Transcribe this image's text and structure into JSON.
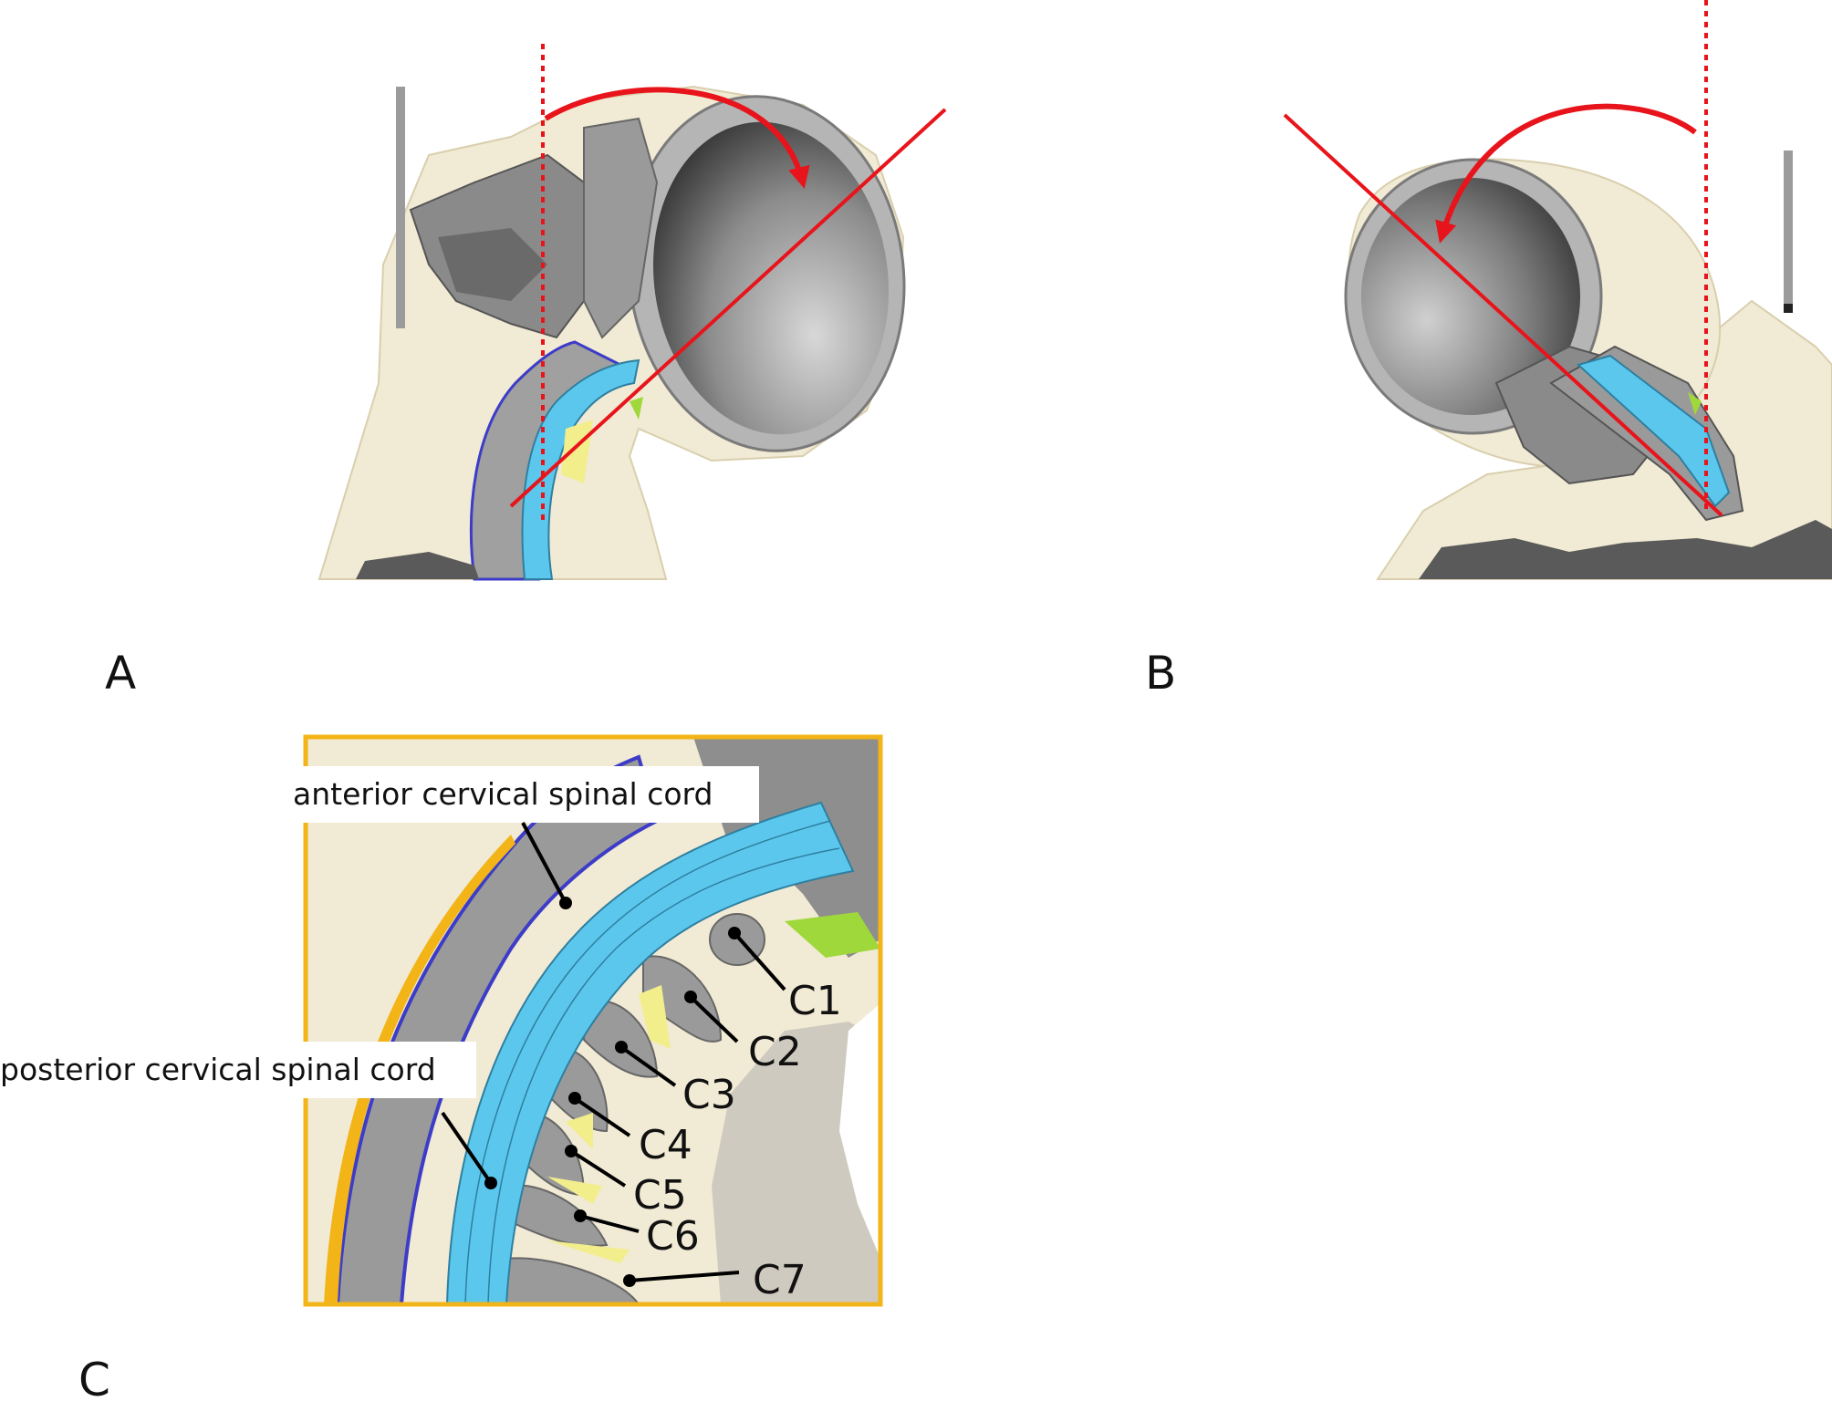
{
  "panels": {
    "a": {
      "letter": "A"
    },
    "b": {
      "letter": "B"
    },
    "c": {
      "letter": "C",
      "callouts": {
        "anterior": "anterior cervical spinal cord",
        "posterior": "posterior cervical spinal cord"
      },
      "vertebrae": [
        "C1",
        "C2",
        "C3",
        "C4",
        "C5",
        "C6",
        "C7"
      ]
    }
  },
  "colors": {
    "flesh": "#f1ead4",
    "bone": "#a6a6a6",
    "skull_inner": "#6f6f6f",
    "cord": "#5cc7ec",
    "disc": "#f2ee8c",
    "ligament_blue": "#3c3cc8",
    "green": "#9fd83a",
    "red": "#e8141b",
    "frame": "#f2b416"
  }
}
